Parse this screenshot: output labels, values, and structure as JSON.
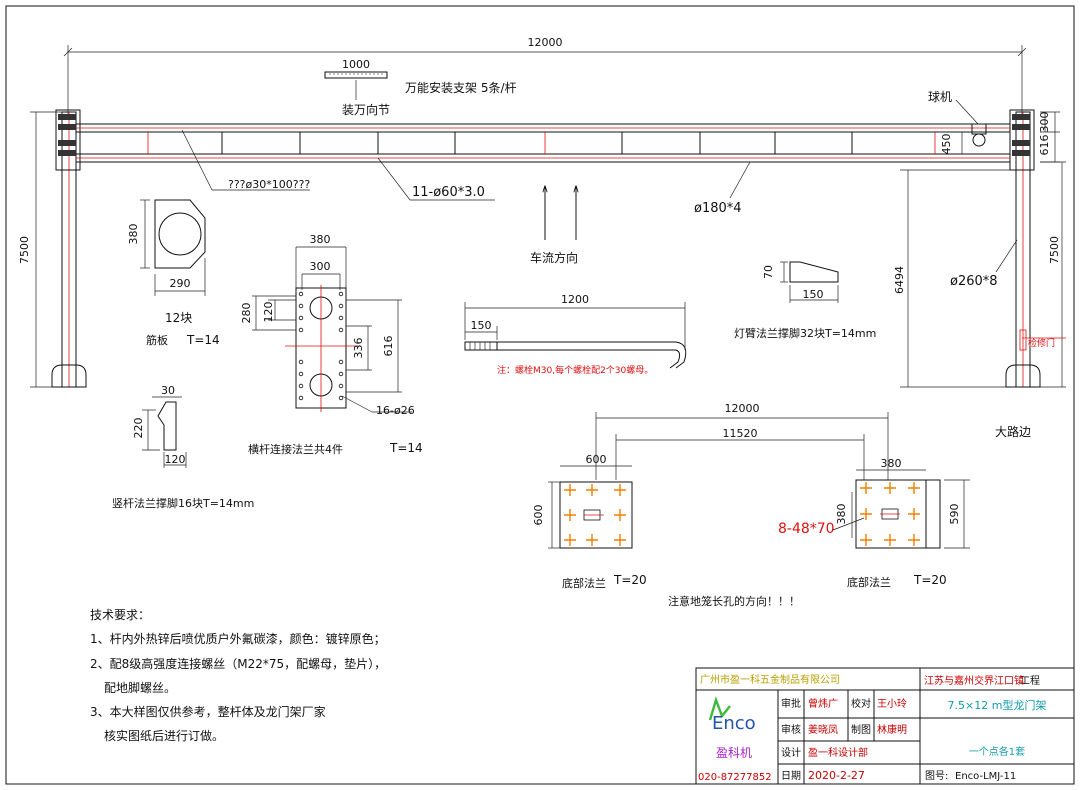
{
  "overall": {
    "span": "12000",
    "height_left": "7500",
    "height_right": "7500",
    "clearance": "6494",
    "beam_h1": "300",
    "beam_h2": "616",
    "beam_gap": "450"
  },
  "labels": {
    "universal_bracket_len": "1000",
    "universal_bracket": "万能安装支架 5条/杆",
    "install_section": "装万向节",
    "ball_camera": "球机",
    "tie_bar": "???ø30*100???",
    "tube_spec": "11-ø60*3.0",
    "chord_spec": "ø180*4",
    "column_spec": "ø260*8",
    "traffic_dir": "车流方向",
    "access_door": "检修门",
    "roadside": "大路边"
  },
  "rib": {
    "h": "380",
    "w": "290",
    "count": "12块",
    "name": "筋板",
    "thk": "T=14"
  },
  "flange": {
    "w_outer": "380",
    "w_inner": "300",
    "h_a": "280",
    "h_b": "120",
    "h_c": "336",
    "h_d": "616",
    "holes": "16-ø26",
    "name": "横杆连接法兰共4件",
    "thk": "T=14"
  },
  "anchor": {
    "len": "1200",
    "hook": "150",
    "note": "注：螺栓M30,每个螺栓配2个30螺母。"
  },
  "lamp": {
    "h": "70",
    "w": "150",
    "name": "灯臂法兰撑脚32块T=14mm"
  },
  "pole_foot": {
    "w": "30",
    "h": "220",
    "base": "120",
    "name": "竖杆法兰撑脚16块T=14mm"
  },
  "base": {
    "span_outer": "12000",
    "span_inner": "11520",
    "left_w": "600",
    "left_h": "600",
    "right_w": "380",
    "right_h": "380",
    "right_h_outer": "590",
    "holes": "8-48*70",
    "name_left": "底部法兰",
    "name_right": "底部法兰",
    "thk": "T=20",
    "warning": "注意地笼长孔的方向！！！"
  },
  "tech": {
    "title": "技术要求：",
    "line1": "1、杆内外热锌后喷优质户外氟碳漆，颜色：镀锌原色；",
    "line2": "2、配8级高强度连接螺丝（M22*75，配螺母，垫片），",
    "line2b": "配地脚螺丝。",
    "line3": "3、本大样图仅供参考，整杆体及龙门架厂家",
    "line3b": "核实图纸后进行订做。"
  },
  "titleblock": {
    "company": "广州市盈一科五金制品有限公司",
    "project": "江苏与嘉州交界江口镇",
    "project_suffix": "工程",
    "logo": "Enco",
    "logo_cn": "盈科机",
    "approve_lbl": "审批",
    "approve_val": "曾炜广",
    "check_lbl": "校对",
    "check_val": "王小玲",
    "review_lbl": "审核",
    "review_val": "姜晓凤",
    "draw_lbl": "制图",
    "draw_val": "林康明",
    "design_lbl": "设计",
    "design_val": "盈一科设计部",
    "drawing_title": "7.5×12 m型龙门架",
    "quantity": "一个点各1套",
    "phone": "020-87277852",
    "date_lbl": "日期",
    "date_val": "2020-2-27",
    "dwgno_lbl": "图号:",
    "dwgno_val": "Enco-LMJ-11"
  }
}
